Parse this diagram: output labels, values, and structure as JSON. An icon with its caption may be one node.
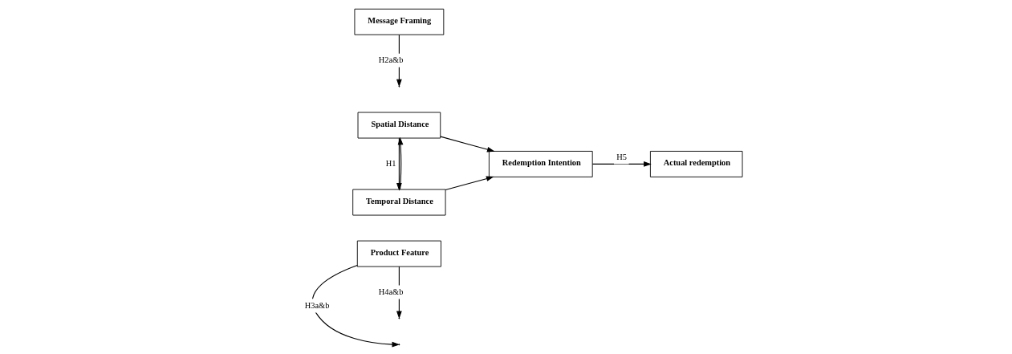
{
  "diagram": {
    "nodes": [
      {
        "text": [
          "Product Feature"
        ]
      },
      {
        "text": [
          "Temporal Distance"
        ]
      },
      {
        "text": [
          "Spatial Distance"
        ]
      },
      {
        "text": [
          "Redemption Intention"
        ]
      },
      {
        "text": [
          "Actual redemption"
        ]
      },
      {
        "text": [
          "Message Framing"
        ]
      }
    ],
    "edges": [
      {
        "from": 1,
        "to": 3,
        "arrow": "to"
      },
      {
        "from": 2,
        "to": 3,
        "arrow": "to"
      },
      {
        "from": 1,
        "to": 2,
        "arrow": "to"
      },
      {
        "from": 2,
        "to": 1,
        "arrow": "to",
        "label": "H1"
      },
      {
        "from": 0,
        "to": null,
        "arrow": "to",
        "label": "H3a&b"
      },
      {
        "from": 0,
        "to": null,
        "arrow": "to",
        "label": "H4a&b"
      },
      {
        "from": 5,
        "to": null,
        "arrow": "to",
        "label": "H2a&b"
      },
      {
        "from": 3,
        "to": 4,
        "arrow": "to",
        "label": "H5"
      }
    ]
  }
}
